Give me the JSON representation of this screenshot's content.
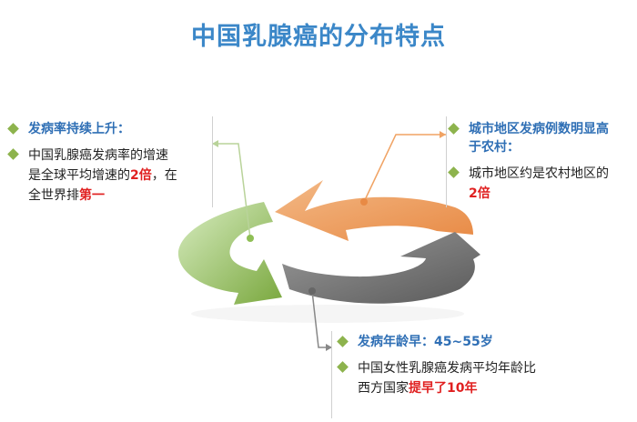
{
  "title": "中国乳腺癌的分布特点",
  "left_block": {
    "heading": "发病率持续上升：",
    "line1": "中国乳腺癌发病率的增速",
    "line2_pre": "是全球平均增速的",
    "line2_red": "2倍",
    "line2_post": "，在",
    "line3_pre": "全世界排",
    "line3_red": "第一"
  },
  "right_block": {
    "heading_line1": "城市地区发病例数明显高",
    "heading_line2": "于农村：",
    "line1": "城市地区约是农村地区的",
    "line2_red": "2倍"
  },
  "bottom_block": {
    "heading": "发病年龄早：45~55岁",
    "line1": "中国女性乳腺癌发病平均年龄比",
    "line2_pre": "西方国家",
    "line2_red": "提早了10年"
  },
  "colors": {
    "title": "#3b87c8",
    "heading": "#2f6fb5",
    "highlight": "#e02020",
    "bullet": "#8db34d",
    "arrow_green": "#8fbf55",
    "arrow_orange": "#f0a364",
    "arrow_gray": "#7a7a7a"
  }
}
